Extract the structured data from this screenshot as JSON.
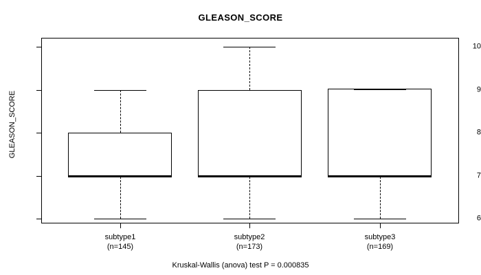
{
  "chart_data": {
    "type": "box",
    "title": "GLEASON_SCORE",
    "xlabel": "",
    "ylabel": "GLEASON_SCORE",
    "ylim": [
      6,
      10
    ],
    "yticks": [
      10,
      9,
      8,
      7,
      6
    ],
    "grid": false,
    "legend": null,
    "categories": [
      "subtype1",
      "subtype2",
      "subtype3"
    ],
    "counts": [
      145,
      173,
      169
    ],
    "category_labels": [
      {
        "name": "subtype1",
        "count_label": "(n=145)"
      },
      {
        "name": "subtype2",
        "count_label": "(n=173)"
      },
      {
        "name": "subtype3",
        "count_label": "(n=169)"
      }
    ],
    "boxes": [
      {
        "group": "subtype1",
        "whisker_low": 6,
        "q1": 7,
        "median": 7,
        "q3": 8,
        "whisker_high": 9,
        "outliers": []
      },
      {
        "group": "subtype2",
        "whisker_low": 6,
        "q1": 7,
        "median": 7,
        "q3": 9,
        "whisker_high": 10,
        "outliers": []
      },
      {
        "group": "subtype3",
        "whisker_low": 6,
        "q1": 7,
        "median": 7,
        "q3": 9,
        "whisker_high": 9,
        "outliers": []
      }
    ],
    "annotation": "Kruskal-Wallis (anova) test P = 0.000835",
    "statistic": {
      "test": "Kruskal-Wallis (anova) test",
      "p_label": "P",
      "p_value": "0.000835"
    }
  },
  "colors": {
    "axis": "#000000",
    "box_line": "#000000",
    "median": "#000000",
    "background": "#ffffff"
  }
}
